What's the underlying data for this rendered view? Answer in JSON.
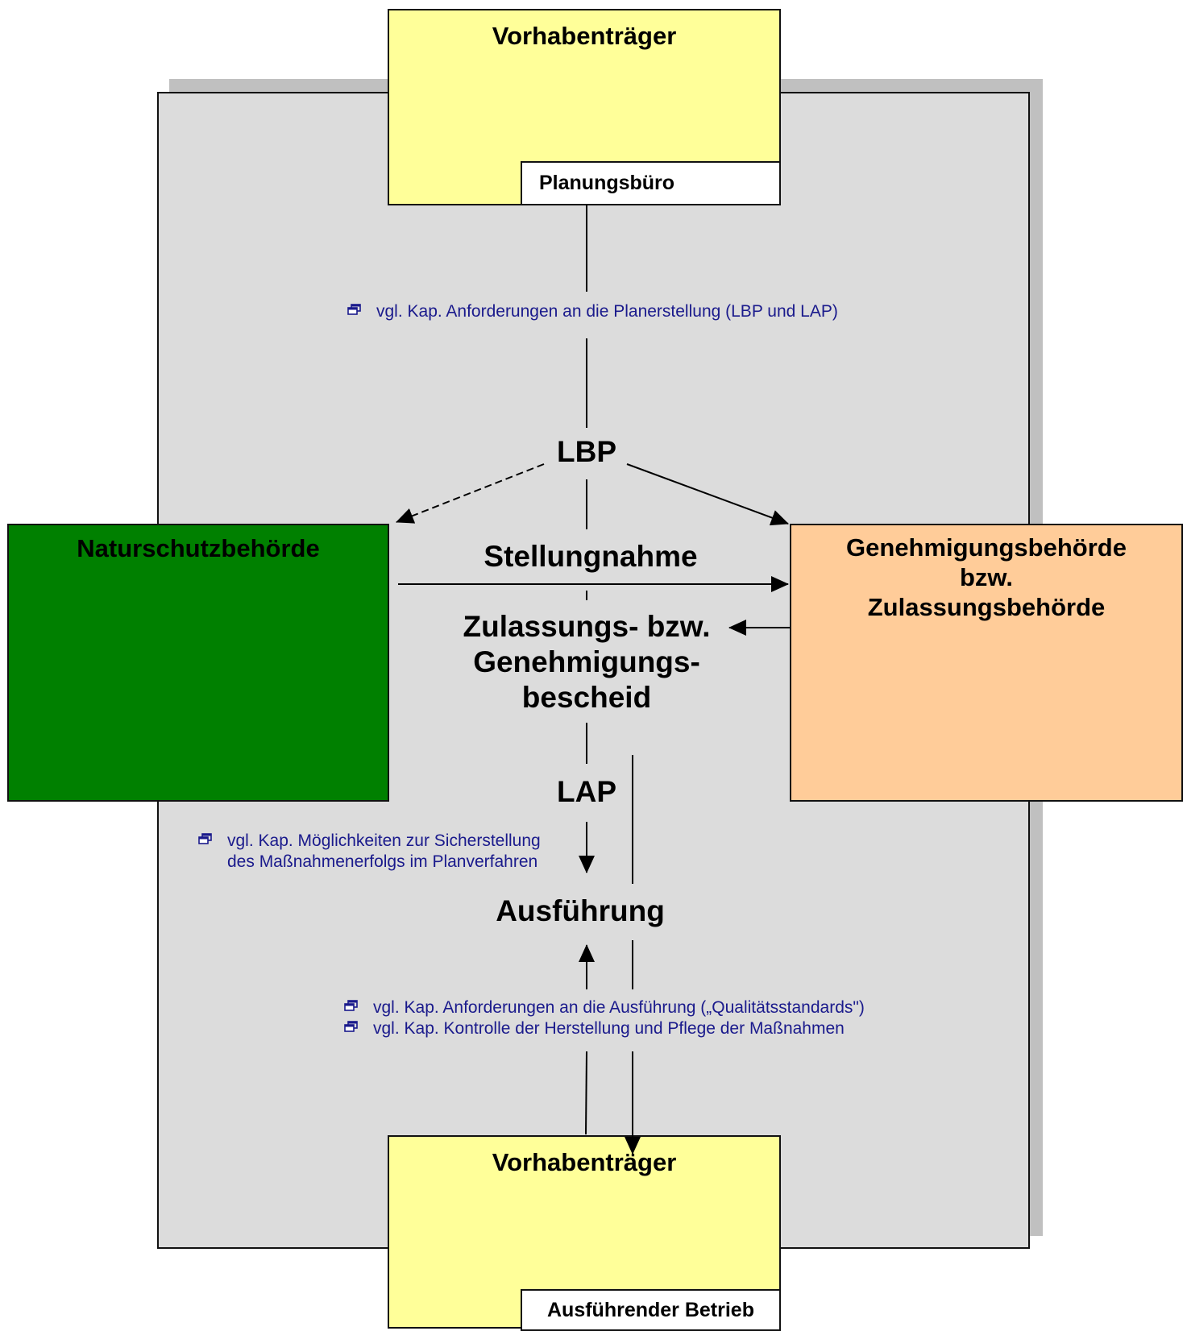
{
  "boxes": {
    "top_vorhabentraeger": "Vorhabenträger",
    "planungsbuero": "Planungsbüro",
    "naturschutzbehoerde": "Naturschutzbehörde",
    "genehmigungsbehoerde": [
      "Genehmigungsbehörde",
      "bzw.",
      "Zulassungsbehörde"
    ],
    "bottom_vorhabentraeger": "Vorhabenträger",
    "ausfuehrender_betrieb": "Ausführender Betrieb"
  },
  "flow": {
    "lbp": "LBP",
    "stellungnahme": "Stellungnahme",
    "bescheid": [
      "Zulassungs- bzw.",
      "Genehmigungs-",
      "bescheid"
    ],
    "lap": "LAP",
    "ausfuehrung": "Ausführung"
  },
  "links": {
    "planerstellung": "vgl. Kap. Anforderungen an die Planerstellung (LBP und LAP)",
    "sicherstellung": [
      "vgl. Kap. Möglichkeiten zur Sicherstellung",
      "des Maßnahmenerfolgs im Planverfahren"
    ],
    "ausfuehrung_qualitaet": "vgl. Kap. Anforderungen an die Ausführung („Qualitätsstandards\")",
    "kontrolle": "vgl. Kap. Kontrolle der Herstellung und Pflege der Maßnahmen"
  },
  "colors": {
    "panel": "#dcdcdc",
    "shadow": "#c0c0c0",
    "vorhabentraeger": "#ffff99",
    "naturschutzbehoerde": "#008000",
    "genehmigungsbehoerde": "#ffcc99",
    "link_text": "#1a1a8c"
  },
  "icons": {
    "link": "window-restore-icon",
    "arrow": "arrowhead-icon"
  }
}
